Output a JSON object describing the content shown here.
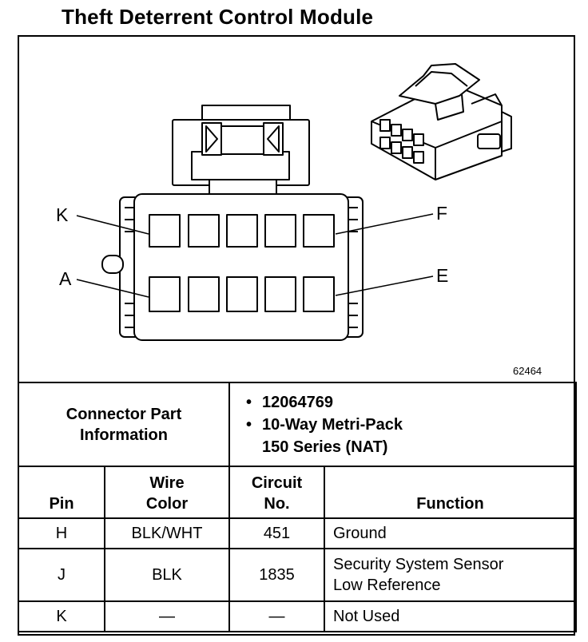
{
  "title": "Theft Deterrent Control Module",
  "figure_number": "62464",
  "pin_labels": {
    "k": "K",
    "a": "A",
    "f": "F",
    "e": "E"
  },
  "connector": {
    "label_line1": "Connector Part",
    "label_line2": "Information",
    "items": [
      "12064769",
      "10-Way Metri-Pack",
      "150 Series (NAT)"
    ]
  },
  "table": {
    "headers": {
      "pin": "Pin",
      "wire_color_1": "Wire",
      "wire_color_2": "Color",
      "circuit_1": "Circuit",
      "circuit_2": "No.",
      "function": "Function"
    },
    "rows": [
      {
        "pin": "H",
        "wire_color": "BLK/WHT",
        "circuit": "451",
        "function_1": "Ground",
        "function_2": ""
      },
      {
        "pin": "J",
        "wire_color": "BLK",
        "circuit": "1835",
        "function_1": "Security System Sensor",
        "function_2": "Low Reference"
      },
      {
        "pin": "K",
        "wire_color": "—",
        "circuit": "—",
        "function_1": "Not Used",
        "function_2": ""
      }
    ]
  }
}
